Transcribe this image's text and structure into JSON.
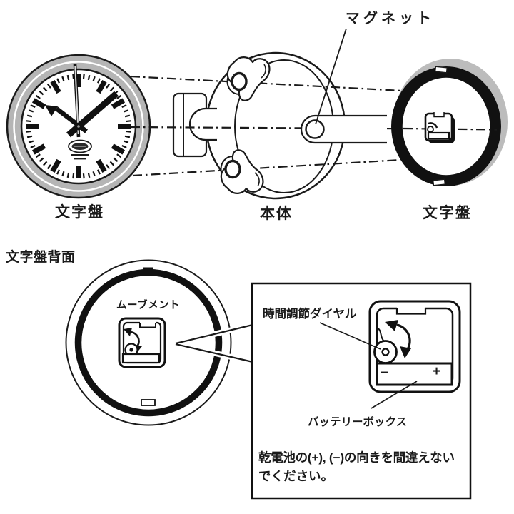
{
  "exploded_view": {
    "magnet_label": "マグネット",
    "dial_left_label": "文字盤",
    "body_label": "本体",
    "dial_right_label": "文字盤"
  },
  "back_view": {
    "section_title": "文字盤背面",
    "movement_label": "ムーブメント"
  },
  "detail_box": {
    "time_dial_label": "時間調節ダイヤル",
    "battery_box_label": "バッテリーボックス",
    "battery_minus": "−",
    "battery_plus": "+",
    "warning_line1": "乾電池の(+), (−)の向きを間違えない",
    "warning_line2": "でください。"
  },
  "colors": {
    "line": "#1a1a1a",
    "bezel_gray": "#b5b5b5",
    "shadow_gray": "#bcbcbc",
    "ring_black": "#111111",
    "face_white": "#ffffff"
  }
}
